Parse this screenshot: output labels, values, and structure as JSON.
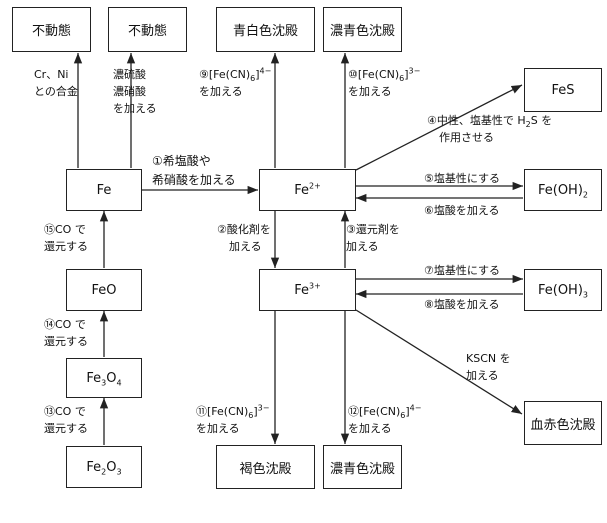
{
  "boxes": {
    "fudotai_left": "不動態",
    "fudotai_right": "不動態",
    "aojiro": "青白色沈殿",
    "nosei_top": "濃青色沈殿",
    "fes": "FeS",
    "fe": "Fe",
    "fe2": {
      "base": "Fe",
      "sup": "2+"
    },
    "feoh2": {
      "pre": "Fe(OH)",
      "sub": "2"
    },
    "feo": "FeO",
    "fe3": {
      "base": "Fe",
      "sup": "3+"
    },
    "feoh3": {
      "pre": "Fe(OH)",
      "sub": "3"
    },
    "fe3o4": {
      "a": "Fe",
      "s1": "3",
      "b": "O",
      "s2": "4"
    },
    "kesseki": "血赤色沈殿",
    "fe2o3": {
      "a": "Fe",
      "s1": "2",
      "b": "O",
      "s2": "3"
    },
    "kasshoku": "褐色沈殿",
    "nosei_bottom": "濃青色沈殿"
  },
  "labels": {
    "cr_ni_1": "Cr、Ni",
    "cr_ni_2": "との合金",
    "nolyusan_1": "濃硫酸",
    "nolyusan_2": "濃硝酸",
    "nolyusan_3": "を加える",
    "r9_num": "⑨",
    "r9_a": "[Fe(CN)",
    "r9_sub": "6",
    "r9_b": "]",
    "r9_sup": "4−",
    "r9_2": "を加える",
    "r10_num": "⑩",
    "r10_a": "[Fe(CN)",
    "r10_sub": "6",
    "r10_b": "]",
    "r10_sup": "3−",
    "r10_2": "を加える",
    "r4_1a": "④中性、塩基性で H",
    "r4_1sub": "2",
    "r4_1b": "S を",
    "r4_2": "作用させる",
    "r1_1": "①希塩酸や",
    "r1_2": "希硝酸を加える",
    "r5": "⑤塩基性にする",
    "r6": "⑥塩酸を加える",
    "r2_1": "②酸化剤を",
    "r2_2": "加える",
    "r3_1": "③還元剤を",
    "r3_2": "加える",
    "r15_1": "⑮CO で",
    "r15_2": "還元する",
    "r7": "⑦塩基性にする",
    "r8": "⑧塩酸を加える",
    "r14_1": "⑭CO で",
    "r14_2": "還元する",
    "kscn_1": "KSCN を",
    "kscn_2": "加える",
    "r13_1": "⑬CO で",
    "r13_2": "還元する",
    "r11_num": "⑪",
    "r11_a": "[Fe(CN)",
    "r11_sub": "6",
    "r11_b": "]",
    "r11_sup": "3−",
    "r11_2": "を加える",
    "r12_num": "⑫",
    "r12_a": "[Fe(CN)",
    "r12_sub": "6",
    "r12_b": "]",
    "r12_sup": "4−",
    "r12_2": "を加える"
  }
}
